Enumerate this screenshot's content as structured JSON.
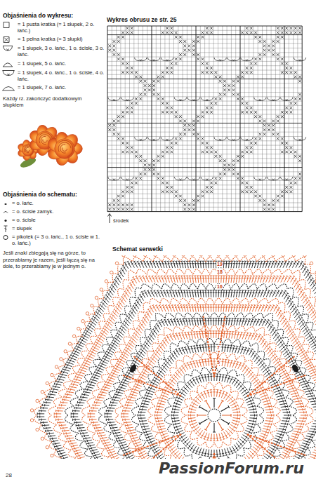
{
  "diagram": {
    "labels": [
      "Objaśnienia do wykresu:",
      "Każdy rz. zakończyć dodatkowym słupkiem",
      "Wykres obrusu ze str. 25",
      "środek",
      "Objaśnienia do schematu:",
      "Jeśli znaki zbiegają się na górze, to przerabiamy je razem, jeśli łączą się na dole, to przerabiamy je w jednym o.",
      "Schemat serwetki",
      "19",
      "18",
      "16",
      "7",
      "5",
      "28",
      "PassionForum.ru"
    ],
    "legend": [
      {
        "text": "= 1 pusta kratka (= 1 słupek, 2 o. łańc.)"
      },
      {
        "text": "= 1 pełna kratka (= 3 słupki)"
      },
      {
        "text": "= 1 słupek, 3 o. łańc., 1 o. ścisłe, 3 o. łańc."
      },
      {
        "text": "= 1 słupek, 5 o. łańc."
      },
      {
        "text": "= 1 słupek, 4 o. łańc., 1 o. ścisłe, 4 o. łańc."
      },
      {
        "text": "= 1 słupek, 7 o. łańc."
      },
      {
        "text": "= o. łańc."
      },
      {
        "text": "= o. ścisłe zamyk."
      },
      {
        "text": "= o. ścisłe"
      },
      {
        "text": "= słupek"
      },
      {
        "text": "= pikotek (= 3 o. łańc., 1 o. ścisłe w 1. o. łańc.)"
      }
    ]
  }
}
